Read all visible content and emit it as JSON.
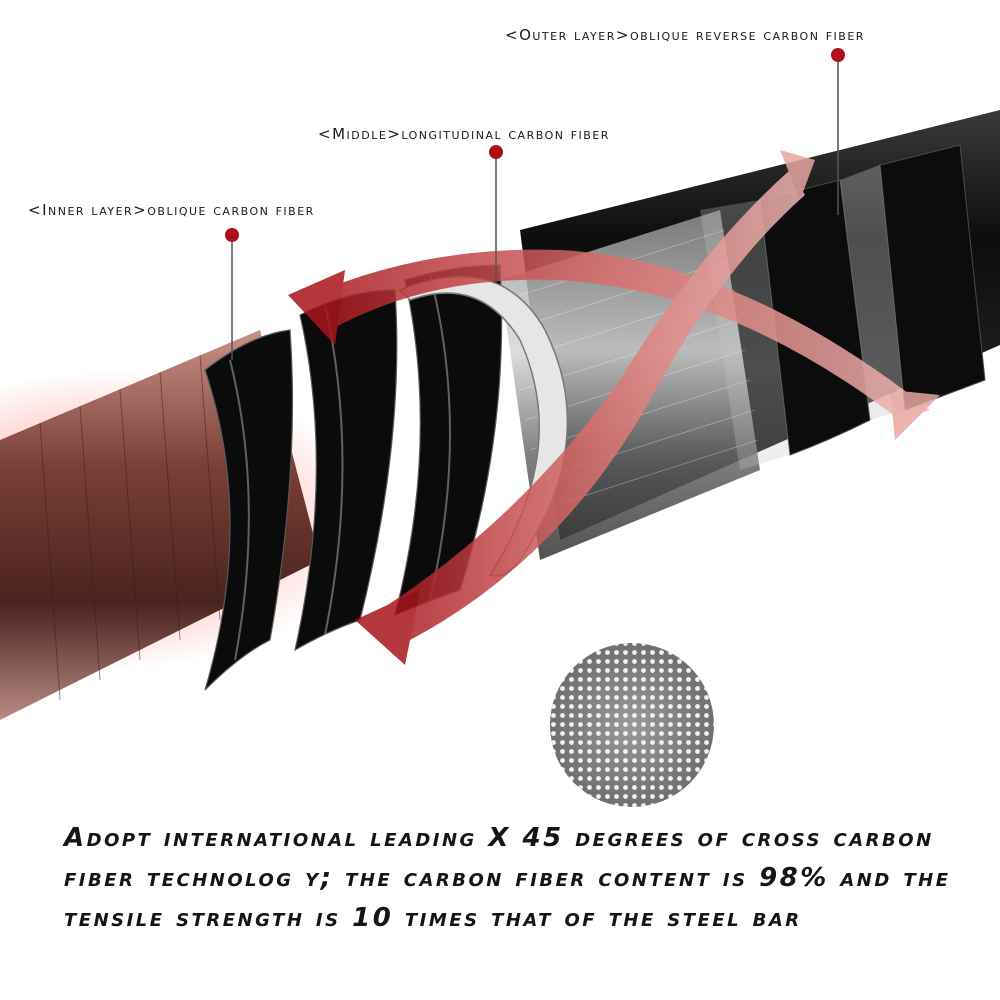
{
  "labels": {
    "outer": "<Outer layer>oblique reverse carbon fiber",
    "middle": "<Middle>longitudinal carbon fiber",
    "inner": "<Inner layer>oblique carbon fiber"
  },
  "caption": "Adopt international leading X 45 degrees of cross carbon fiber technolog y; the carbon fiber content is 98% and the tensile strength is 10 times that of the steel bar",
  "colors": {
    "marker": "#b0101a",
    "arrow": "#c2343a",
    "rod_inner": "#6e3c34",
    "fiber_dark": "#101010"
  }
}
